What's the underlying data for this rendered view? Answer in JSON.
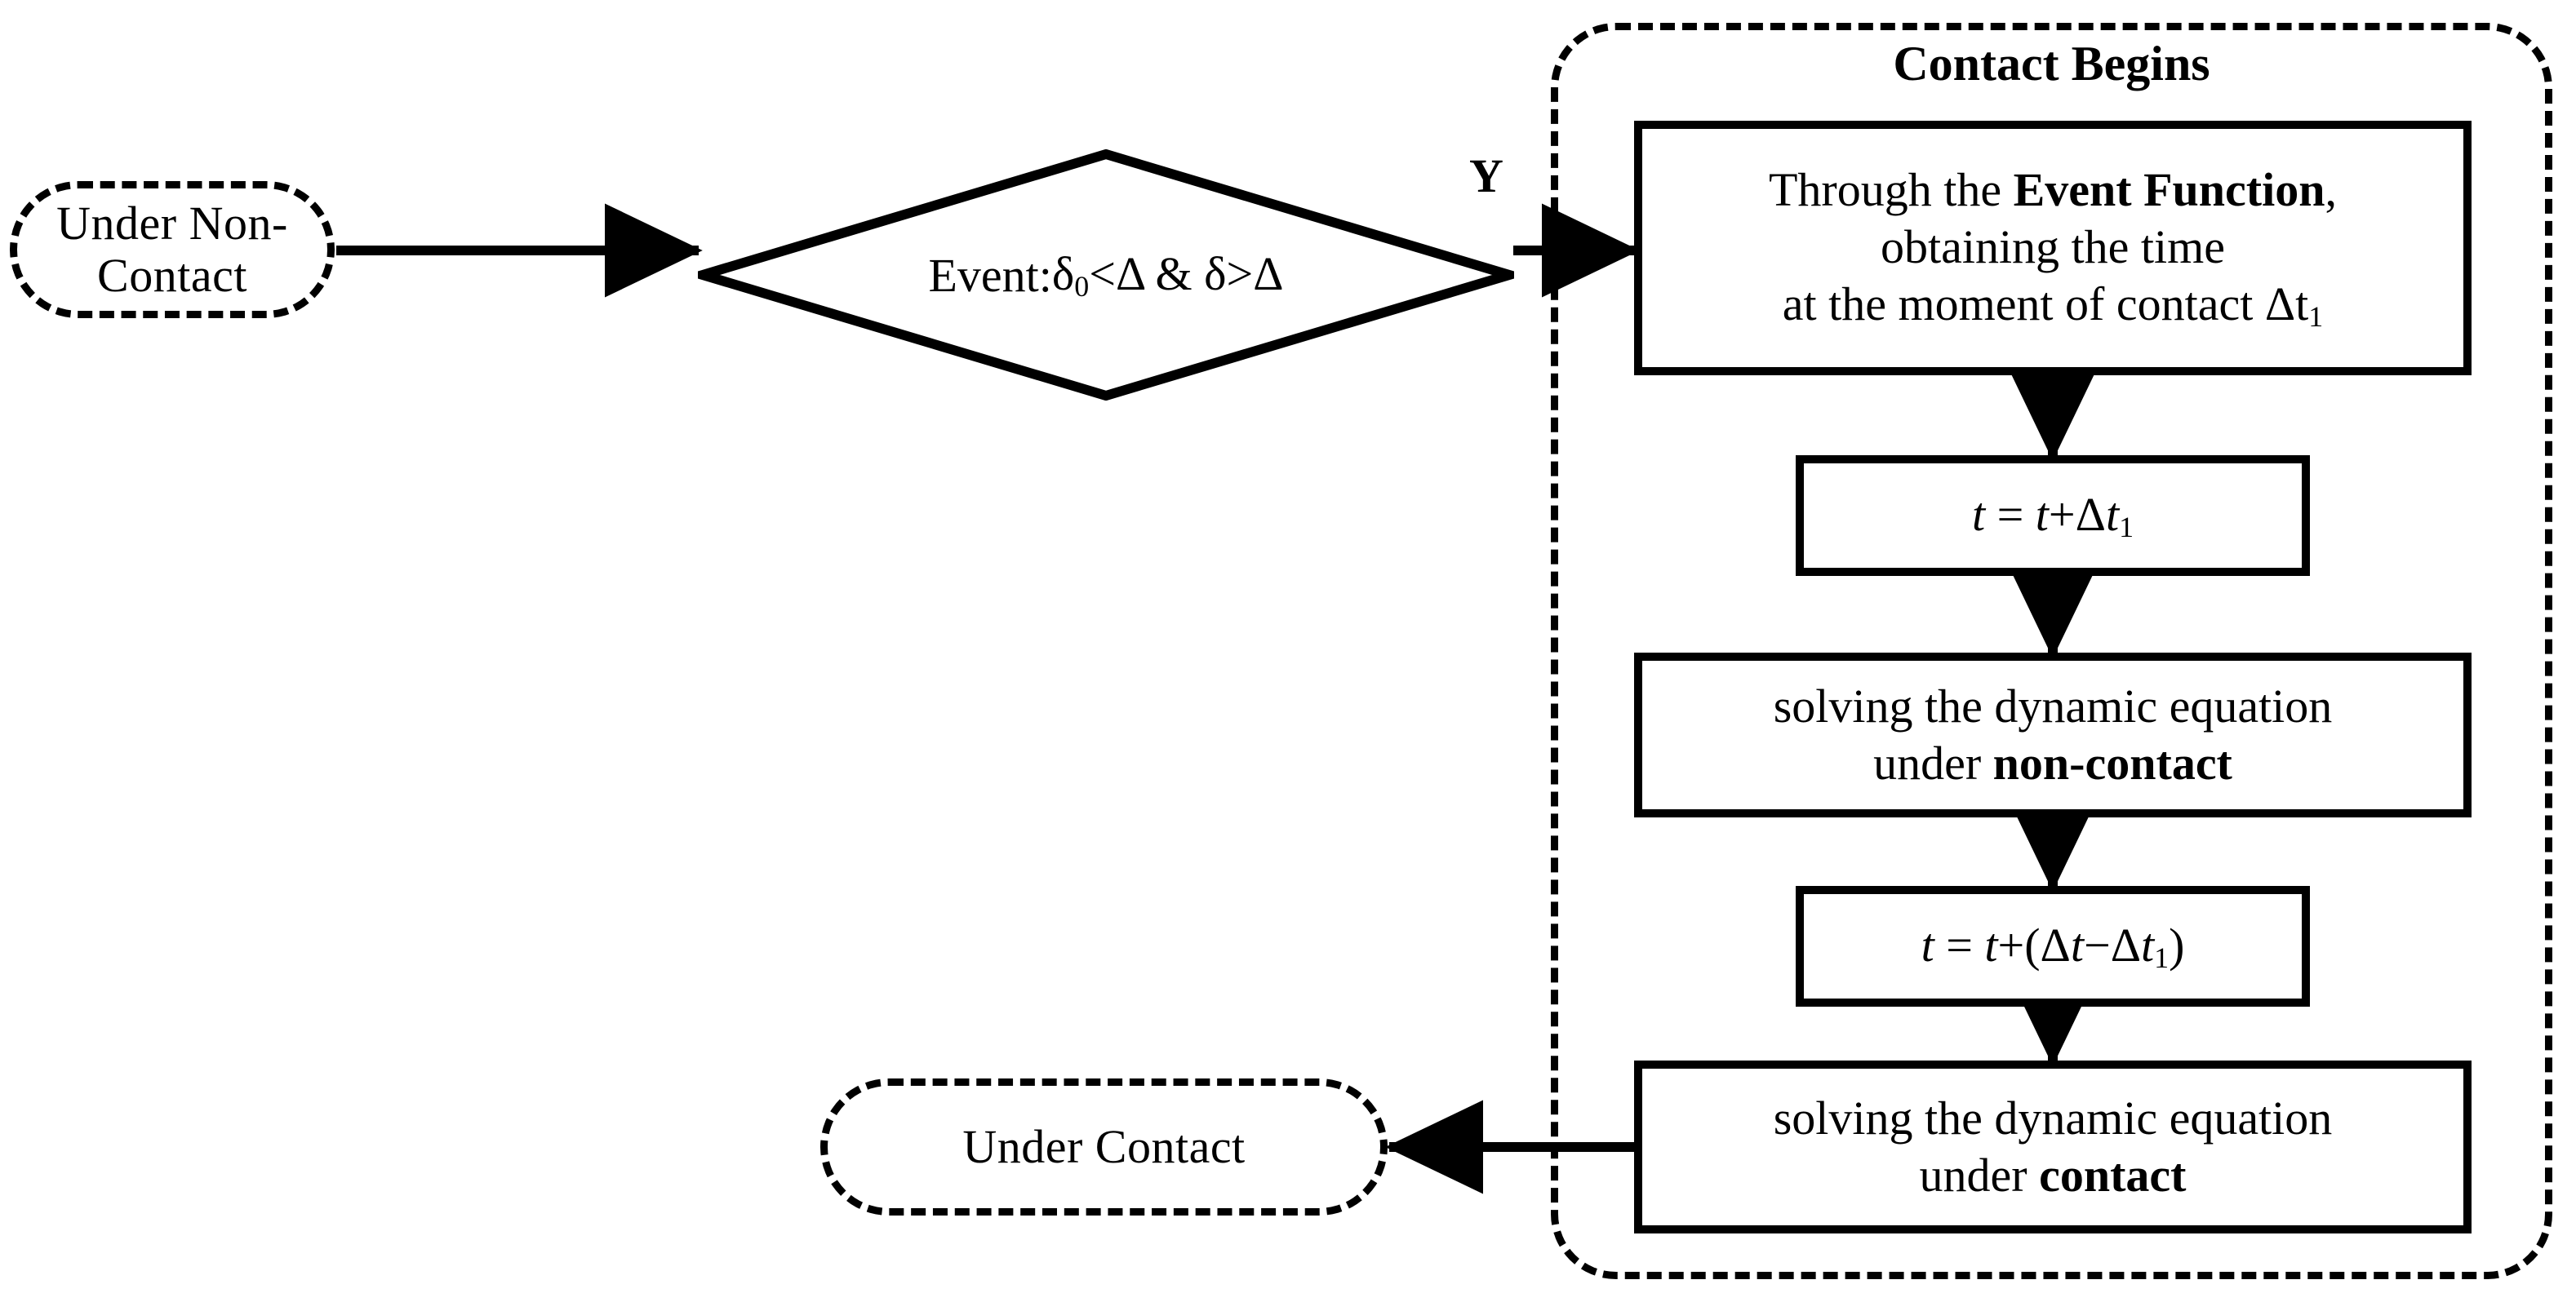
{
  "diagram": {
    "title": "Contact detection and time-stepping flowchart",
    "background_color": "#ffffff",
    "line_color": "#000000"
  },
  "nodes": {
    "under_non_contact": {
      "label": "Under Non-Contact",
      "shape": "stadium",
      "border": "dashed"
    },
    "decision": {
      "label": "Event: δ₀<Δ & δ>Δ",
      "label_prefix": "Event: ",
      "shape": "diamond",
      "border": "solid"
    },
    "under_contact": {
      "label": "Under Contact",
      "shape": "stadium",
      "border": "dashed"
    }
  },
  "group": {
    "title": "Contact Begins",
    "border": "dashed",
    "boxes": [
      {
        "id": "event-function",
        "line1_a": "Through the ",
        "line1_b": "Event Function",
        "line1_c": ",",
        "line2": "obtaining the time",
        "line3": "at the moment of contact Δt₁"
      },
      {
        "id": "time-update-1",
        "equation": "t = t+Δt₁"
      },
      {
        "id": "solve-noncontact",
        "line1": "solving the dynamic equation",
        "line2_a": "under ",
        "line2_b": "non-contact"
      },
      {
        "id": "time-update-2",
        "equation": "t = t+(Δt−Δt₁)"
      },
      {
        "id": "solve-contact",
        "line1": "solving the dynamic equation",
        "line2_a": "under ",
        "line2_b": "contact"
      }
    ]
  },
  "edges": {
    "branch_yes_label": "Y"
  }
}
